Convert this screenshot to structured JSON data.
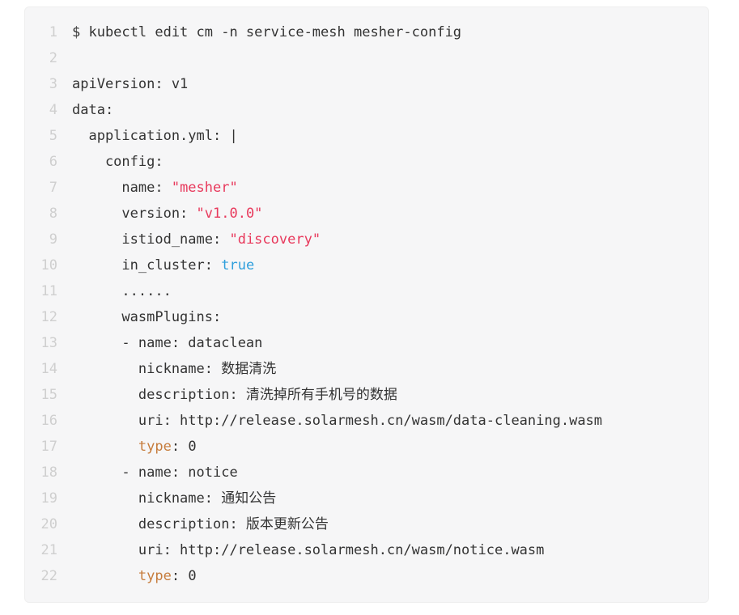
{
  "page": {
    "background": "#ffffff"
  },
  "code_block": {
    "background": "#f6f6f7",
    "line_number_color": "#cfcfcf",
    "text_color": "#333333",
    "colors": {
      "string": "#e8395c",
      "literal": "#2f9fdc",
      "orange_key": "#c67c3c"
    },
    "lines": [
      {
        "n": "1",
        "segments": [
          {
            "text": "$ kubectl edit cm -n service-mesh mesher-config",
            "style": "plain"
          }
        ]
      },
      {
        "n": "2",
        "segments": []
      },
      {
        "n": "3",
        "segments": [
          {
            "text": "apiVersion: v1",
            "style": "plain"
          }
        ]
      },
      {
        "n": "4",
        "segments": [
          {
            "text": "data:",
            "style": "plain"
          }
        ]
      },
      {
        "n": "5",
        "segments": [
          {
            "text": "  application.yml: |",
            "style": "plain"
          }
        ]
      },
      {
        "n": "6",
        "segments": [
          {
            "text": "    config:",
            "style": "plain"
          }
        ]
      },
      {
        "n": "7",
        "segments": [
          {
            "text": "      name: ",
            "style": "plain"
          },
          {
            "text": "\"mesher\"",
            "style": "string"
          }
        ]
      },
      {
        "n": "8",
        "segments": [
          {
            "text": "      version: ",
            "style": "plain"
          },
          {
            "text": "\"v1.0.0\"",
            "style": "string"
          }
        ]
      },
      {
        "n": "9",
        "segments": [
          {
            "text": "      istiod_name: ",
            "style": "plain"
          },
          {
            "text": "\"discovery\"",
            "style": "string"
          }
        ]
      },
      {
        "n": "10",
        "segments": [
          {
            "text": "      in_cluster: ",
            "style": "plain"
          },
          {
            "text": "true",
            "style": "literal"
          }
        ]
      },
      {
        "n": "11",
        "segments": [
          {
            "text": "      ......",
            "style": "plain"
          }
        ]
      },
      {
        "n": "12",
        "segments": [
          {
            "text": "      wasmPlugins:",
            "style": "plain"
          }
        ]
      },
      {
        "n": "13",
        "segments": [
          {
            "text": "      - name: dataclean",
            "style": "plain"
          }
        ]
      },
      {
        "n": "14",
        "segments": [
          {
            "text": "        nickname: 数据清洗",
            "style": "plain"
          }
        ]
      },
      {
        "n": "15",
        "segments": [
          {
            "text": "        description: 清洗掉所有手机号的数据",
            "style": "plain"
          }
        ]
      },
      {
        "n": "16",
        "segments": [
          {
            "text": "        uri: http://release.solarmesh.cn/wasm/data-cleaning.wasm",
            "style": "plain"
          }
        ]
      },
      {
        "n": "17",
        "segments": [
          {
            "text": "        ",
            "style": "plain"
          },
          {
            "text": "type",
            "style": "orange"
          },
          {
            "text": ": 0",
            "style": "plain"
          }
        ]
      },
      {
        "n": "18",
        "segments": [
          {
            "text": "      - name: notice",
            "style": "plain"
          }
        ]
      },
      {
        "n": "19",
        "segments": [
          {
            "text": "        nickname: 通知公告",
            "style": "plain"
          }
        ]
      },
      {
        "n": "20",
        "segments": [
          {
            "text": "        description: 版本更新公告",
            "style": "plain"
          }
        ]
      },
      {
        "n": "21",
        "segments": [
          {
            "text": "        uri: http://release.solarmesh.cn/wasm/notice.wasm",
            "style": "plain"
          }
        ]
      },
      {
        "n": "22",
        "segments": [
          {
            "text": "        ",
            "style": "plain"
          },
          {
            "text": "type",
            "style": "orange"
          },
          {
            "text": ": 0",
            "style": "plain"
          }
        ]
      }
    ]
  }
}
